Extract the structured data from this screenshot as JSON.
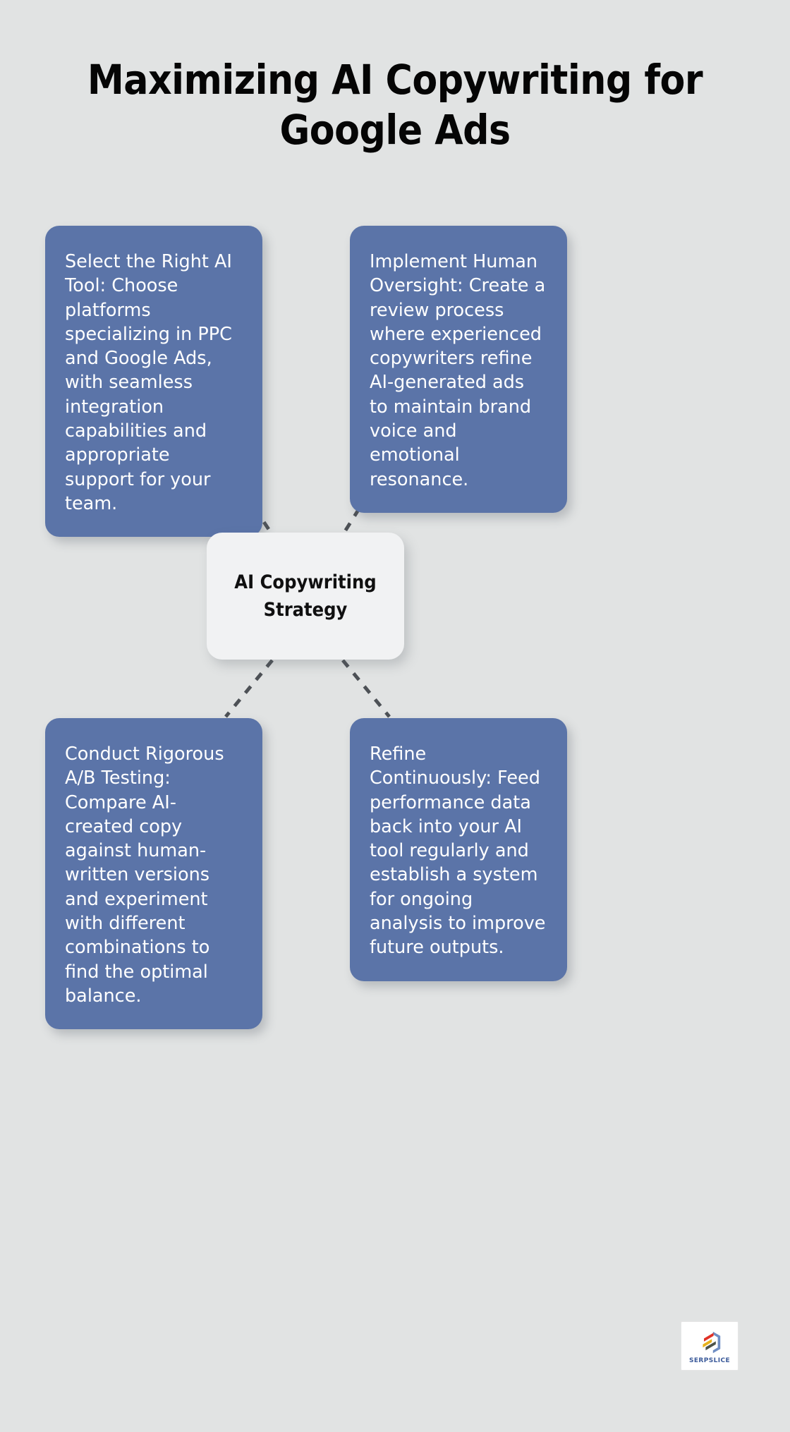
{
  "background_color": "#e1e3e3",
  "title": {
    "line1": "Maximizing AI Copywriting for",
    "line2": "Google Ads"
  },
  "center_node": {
    "line1": "AI Copywriting",
    "line2": "Strategy",
    "background_color": "#f1f2f3",
    "text_color": "#101010"
  },
  "nodes": {
    "top_left": {
      "text": "Select the Right AI Tool: Choose platforms specializing in PPC and Google Ads, with seamless integration capabilities and appropriate support for your team."
    },
    "top_right": {
      "text": "Implement Human Oversight: Create a review process where experienced copywriters refine AI-generated ads to maintain brand voice and emotional resonance."
    },
    "bottom_left": {
      "text": "Conduct Rigorous A/B Testing: Compare AI-created copy against human-written versions and experiment with different combinations to find the optimal balance."
    },
    "bottom_right": {
      "text": "Refine Continuously: Feed performance data back into your AI tool regularly and establish a system for ongoing analysis to improve future outputs."
    }
  },
  "node_style": {
    "background_color": "#5b74a8",
    "text_color": "#ffffff"
  },
  "connector_style": {
    "color": "#4d5156",
    "dash": "dashed"
  },
  "logo": {
    "wordmark": "SERPSLICE",
    "colors": {
      "red": "#e03127",
      "yellow": "#e8b21c",
      "gray": "#4c5249",
      "blue": "#6f8ec4"
    }
  }
}
